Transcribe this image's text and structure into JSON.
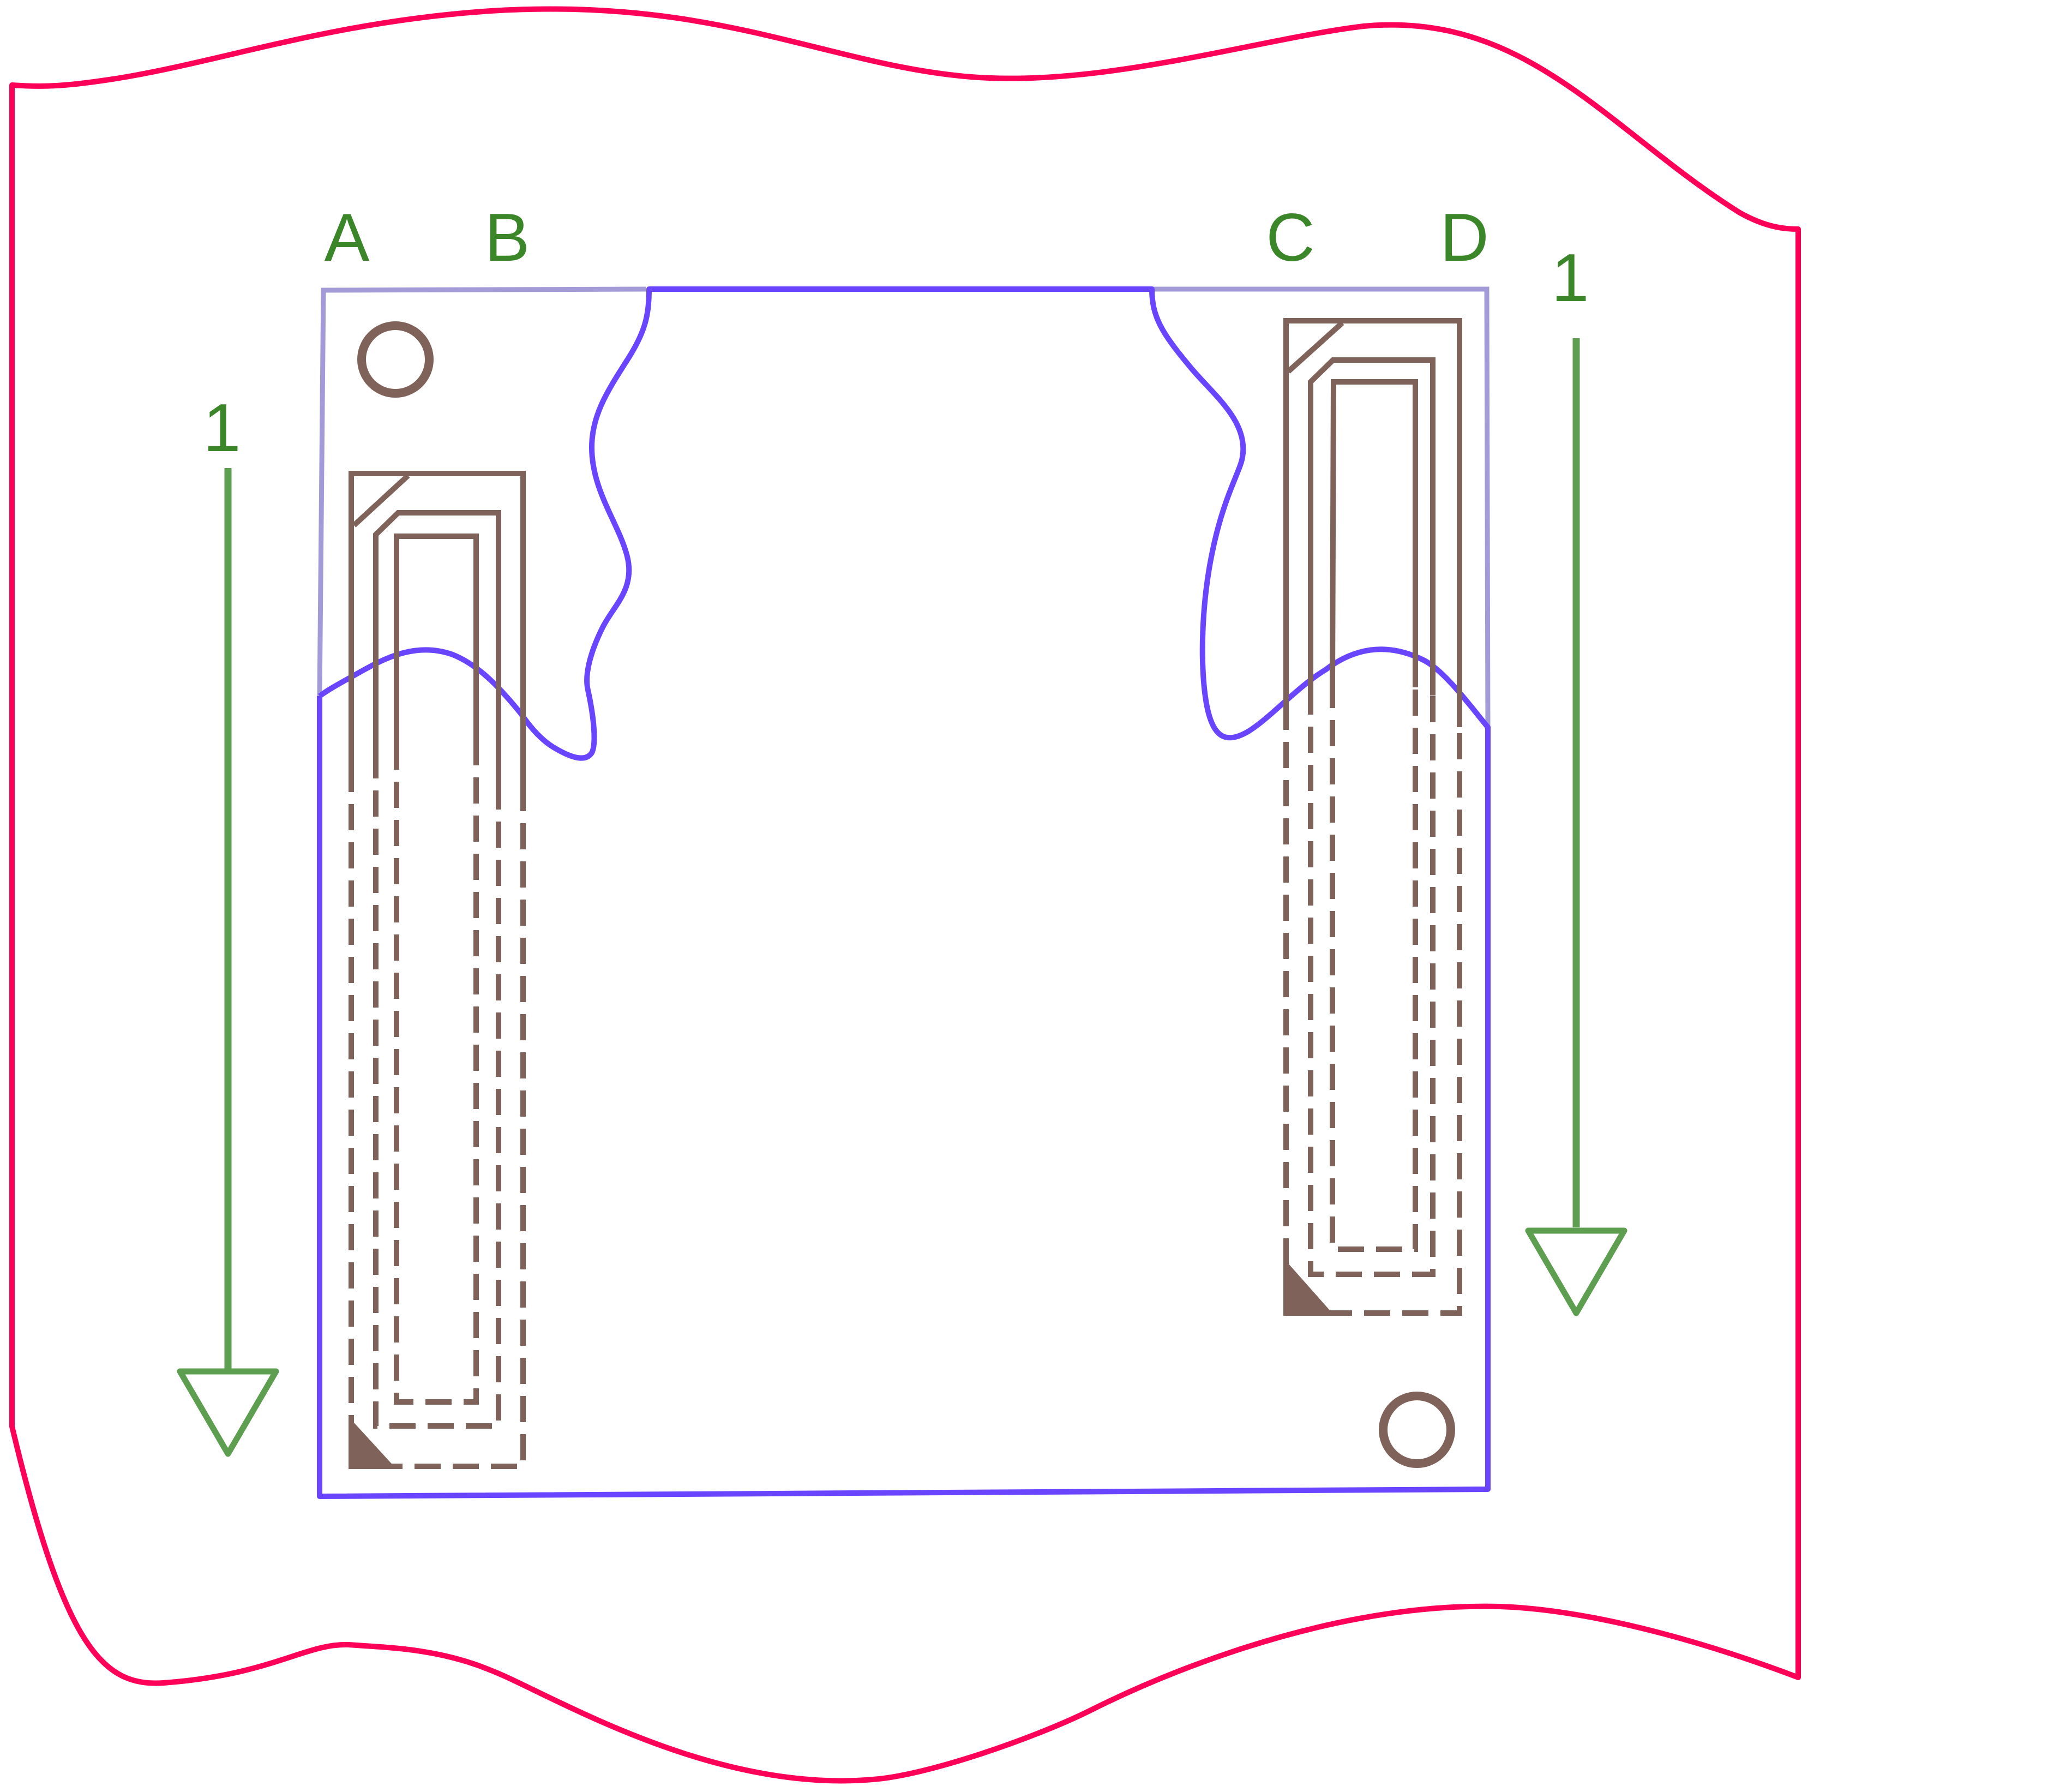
{
  "labels": {
    "a": "A",
    "b": "B",
    "c": "C",
    "d": "D",
    "arrow_left": "1",
    "arrow_right": "1"
  },
  "colors": {
    "sheet_outline": "#ff0058",
    "board_outline": "#6a45ff",
    "board_outline_hidden": "#a39bd8",
    "connector": "#7f6259",
    "label_text": "#3a8628",
    "arrow": "#5e9e50"
  },
  "icons": {
    "mounting_holes": "circle-outline",
    "direction_arrows": "down-arrow-triangle-head",
    "pin1_markers": "filled-triangle"
  }
}
